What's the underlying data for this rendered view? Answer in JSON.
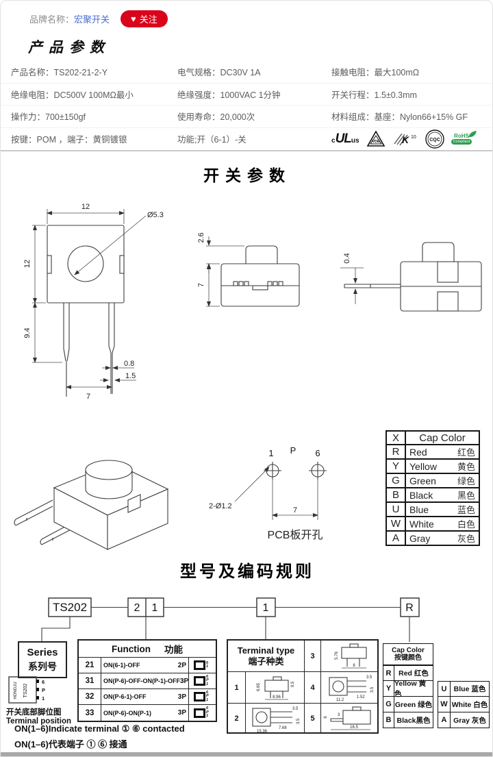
{
  "header": {
    "brand_label": "品牌名称：",
    "brand_name": "宏聚开关",
    "follow": "关注",
    "heart": "♥"
  },
  "sections": {
    "params_title": "产品参数",
    "switch_title": "开关参数",
    "coding_title": "型号及编码规则"
  },
  "params": {
    "rows": [
      [
        {
          "label": "产品名称：",
          "value": "TS202-21-2-Y"
        },
        {
          "label": "电气规格：",
          "value": "DC30V  1A"
        },
        {
          "label": "接触电阻：",
          "value": "最大100mΩ"
        }
      ],
      [
        {
          "label": "绝缘电阻：",
          "value": "DC500V  100MΩ最小"
        },
        {
          "label": "绝缘强度：",
          "value": "1000VAC  1分钟"
        },
        {
          "label": "开关行程：",
          "value": "1.5±0.3mm"
        }
      ],
      [
        {
          "label": "操作力：",
          "value": "700±150gf"
        },
        {
          "label": "使用寿命：",
          "value": "20,000次"
        },
        {
          "label": "材料组成：",
          "value": "基座：Nylon66+15% GF"
        }
      ],
      [
        {
          "label": "按键：",
          "value": "POM  ，端子：黄铜镀银"
        },
        {
          "label": "功能;",
          "value": "开（6-1）-关"
        }
      ]
    ],
    "certs": {
      "ul_c": "c",
      "ul": "UL",
      "ul_us": "us",
      "vde": "VDE",
      "k": "K",
      "k10": "10",
      "cqc": "CQC",
      "rohs": "RoHS",
      "rohs_sub": "Compliant"
    }
  },
  "front_view": {
    "dim_width": "12",
    "dim_height": "12",
    "dim_pin_len": "9.4",
    "dim_hole": "Ø5.3",
    "dim_pin_w": "0.8",
    "dim_pin_gap": "1.5",
    "dim_pitch": "7"
  },
  "side_view": {
    "dim_button": "2.6",
    "dim_body": "7"
  },
  "side_view2": {
    "dim_pin": "0.4"
  },
  "pcb": {
    "pin1": "1",
    "pinp": "P",
    "pin6": "6",
    "hole": "2-Ø1.2",
    "pitch": "7",
    "caption": "PCB板开孔"
  },
  "cap_table_mid": {
    "header_letter": "X",
    "header_label": "Cap Color",
    "rows": [
      {
        "letter": "R",
        "en": "Red",
        "zh": "红色"
      },
      {
        "letter": "Y",
        "en": "Yellow",
        "zh": "黄色"
      },
      {
        "letter": "G",
        "en": "Green",
        "zh": "绿色"
      },
      {
        "letter": "B",
        "en": "Black",
        "zh": "黑色"
      },
      {
        "letter": "U",
        "en": "Blue",
        "zh": "蓝色"
      },
      {
        "letter": "W",
        "en": "White",
        "zh": "白色"
      },
      {
        "letter": "A",
        "en": "Gray",
        "zh": "灰色"
      }
    ]
  },
  "coding": {
    "boxes": {
      "series": "TS202",
      "d1": "2",
      "d2": "1",
      "d3": "1",
      "d4": "R"
    },
    "series_box": {
      "en": "Series",
      "zh": "系列号"
    },
    "terminal_pos": {
      "brand": "HONGJU",
      "model": "TS202",
      "pin6": "6",
      "pinp": "P",
      "pin1": "1",
      "caption_zh": "开关底部脚位图",
      "caption_en": "Terminal position"
    },
    "function_table": {
      "header": "Function",
      "header_zh": "功能",
      "rows": [
        {
          "code": "21",
          "desc": "ON(6-1)-OFF",
          "poles": "2P",
          "pin_top": "6",
          "pin_mid": "",
          "pin_bot": "1"
        },
        {
          "code": "31",
          "desc": "ON(P-6)-OFF-ON(P-1)-OFF",
          "poles": "3P",
          "pin_top": "6",
          "pin_mid": "P",
          "pin_bot": "1"
        },
        {
          "code": "32",
          "desc": "ON(P-6-1)-OFF",
          "poles": "3P",
          "pin_top": "6",
          "pin_mid": "P",
          "pin_bot": "1"
        },
        {
          "code": "33",
          "desc": "ON(P-6)-ON(P-1)",
          "poles": "3P",
          "pin_top": "6",
          "pin_mid": "P",
          "pin_bot": "1"
        }
      ]
    },
    "terminal_table": {
      "header": "Terminal type",
      "header_zh": "端子种类",
      "c1": {
        "num": "1",
        "d1": "6.65",
        "d2": "9.5",
        "d3": "8.96"
      },
      "c2": {
        "num": "2",
        "d1": "3.5",
        "d2": "7.68",
        "d3": "15.36",
        "d4": "3.5"
      },
      "c3": {
        "num": "3",
        "d1": "5.76",
        "d2": "8"
      },
      "c4": {
        "num": "4",
        "d1": "3.5",
        "d2": "1.52",
        "d3": "11.2",
        "d4": "3.5"
      },
      "c5": {
        "num": "5",
        "d1": "6",
        "d2": "3",
        "d3": "16.5"
      }
    },
    "cap_table": {
      "header": "Cap Color",
      "header_zh": "按键颜色",
      "left": [
        {
          "letter": "R",
          "label": "Red 红色"
        },
        {
          "letter": "Y",
          "label": "Yellow 黄色"
        },
        {
          "letter": "G",
          "label": "Green 绿色"
        },
        {
          "letter": "B",
          "label": "Black黑色"
        }
      ],
      "right": [
        {
          "letter": "U",
          "label": "Blue 蓝色"
        },
        {
          "letter": "W",
          "label": "White 白色"
        },
        {
          "letter": "A",
          "label": "Gray 灰色"
        }
      ]
    },
    "notes": [
      "ON(1–6)Indicate terminal ① ⑥ contacted",
      "ON(1–6)代表端子 ① ⑥ 接通"
    ]
  }
}
